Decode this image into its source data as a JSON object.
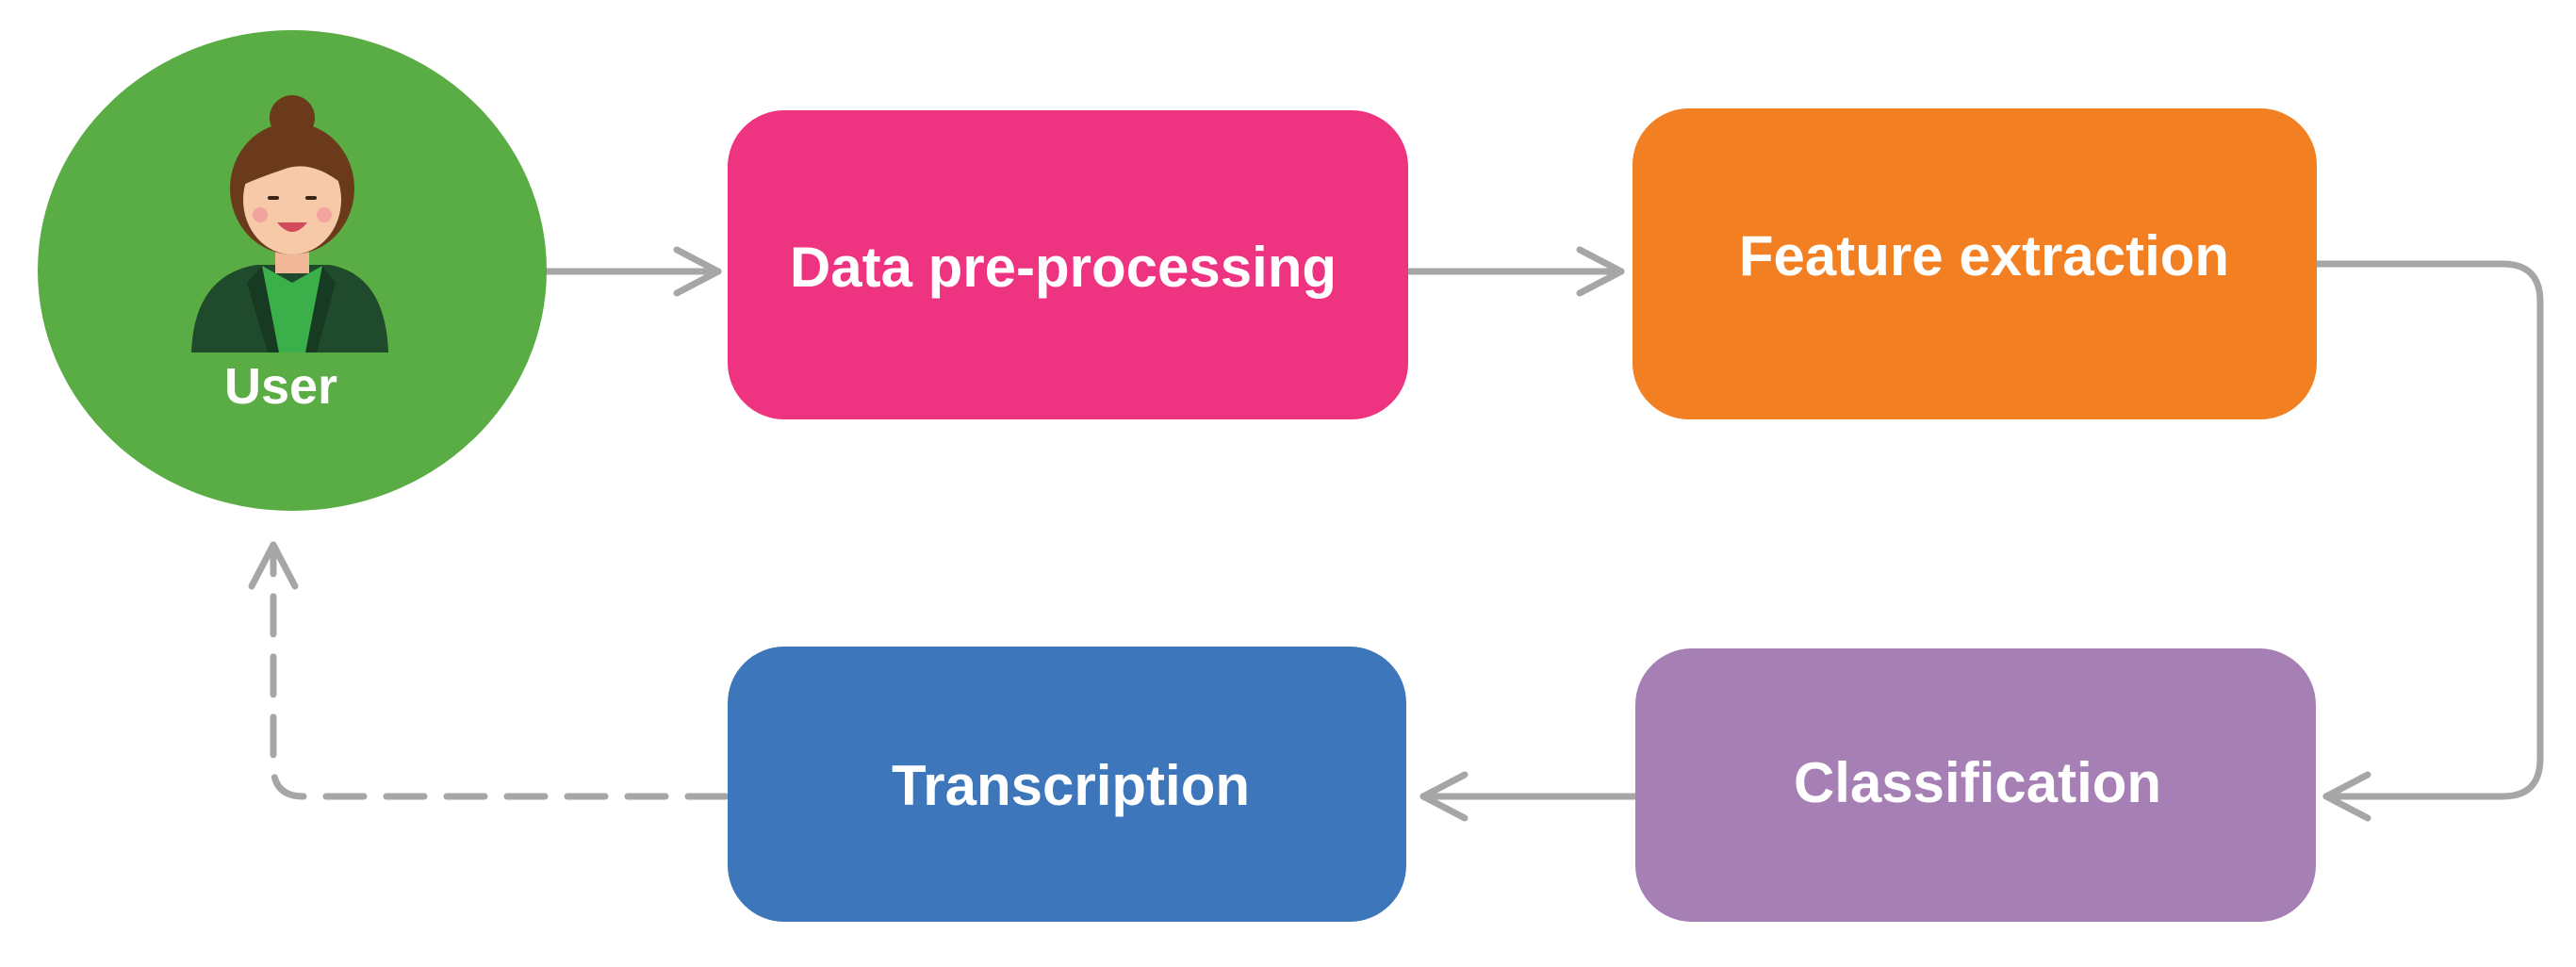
{
  "diagram": {
    "user": {
      "label": "User",
      "color": "#5aac44",
      "icon": "user-avatar-icon"
    },
    "steps": {
      "preprocessing": {
        "label": "Data pre-processing",
        "color": "#ee3480"
      },
      "feature_extraction": {
        "label": "Feature extraction",
        "color": "#f28022"
      },
      "classification": {
        "label": "Classification",
        "color": "#a680b5"
      },
      "transcription": {
        "label": "Transcription",
        "color": "#3d76bb"
      }
    },
    "arrow_color": "#a6a6a6"
  }
}
